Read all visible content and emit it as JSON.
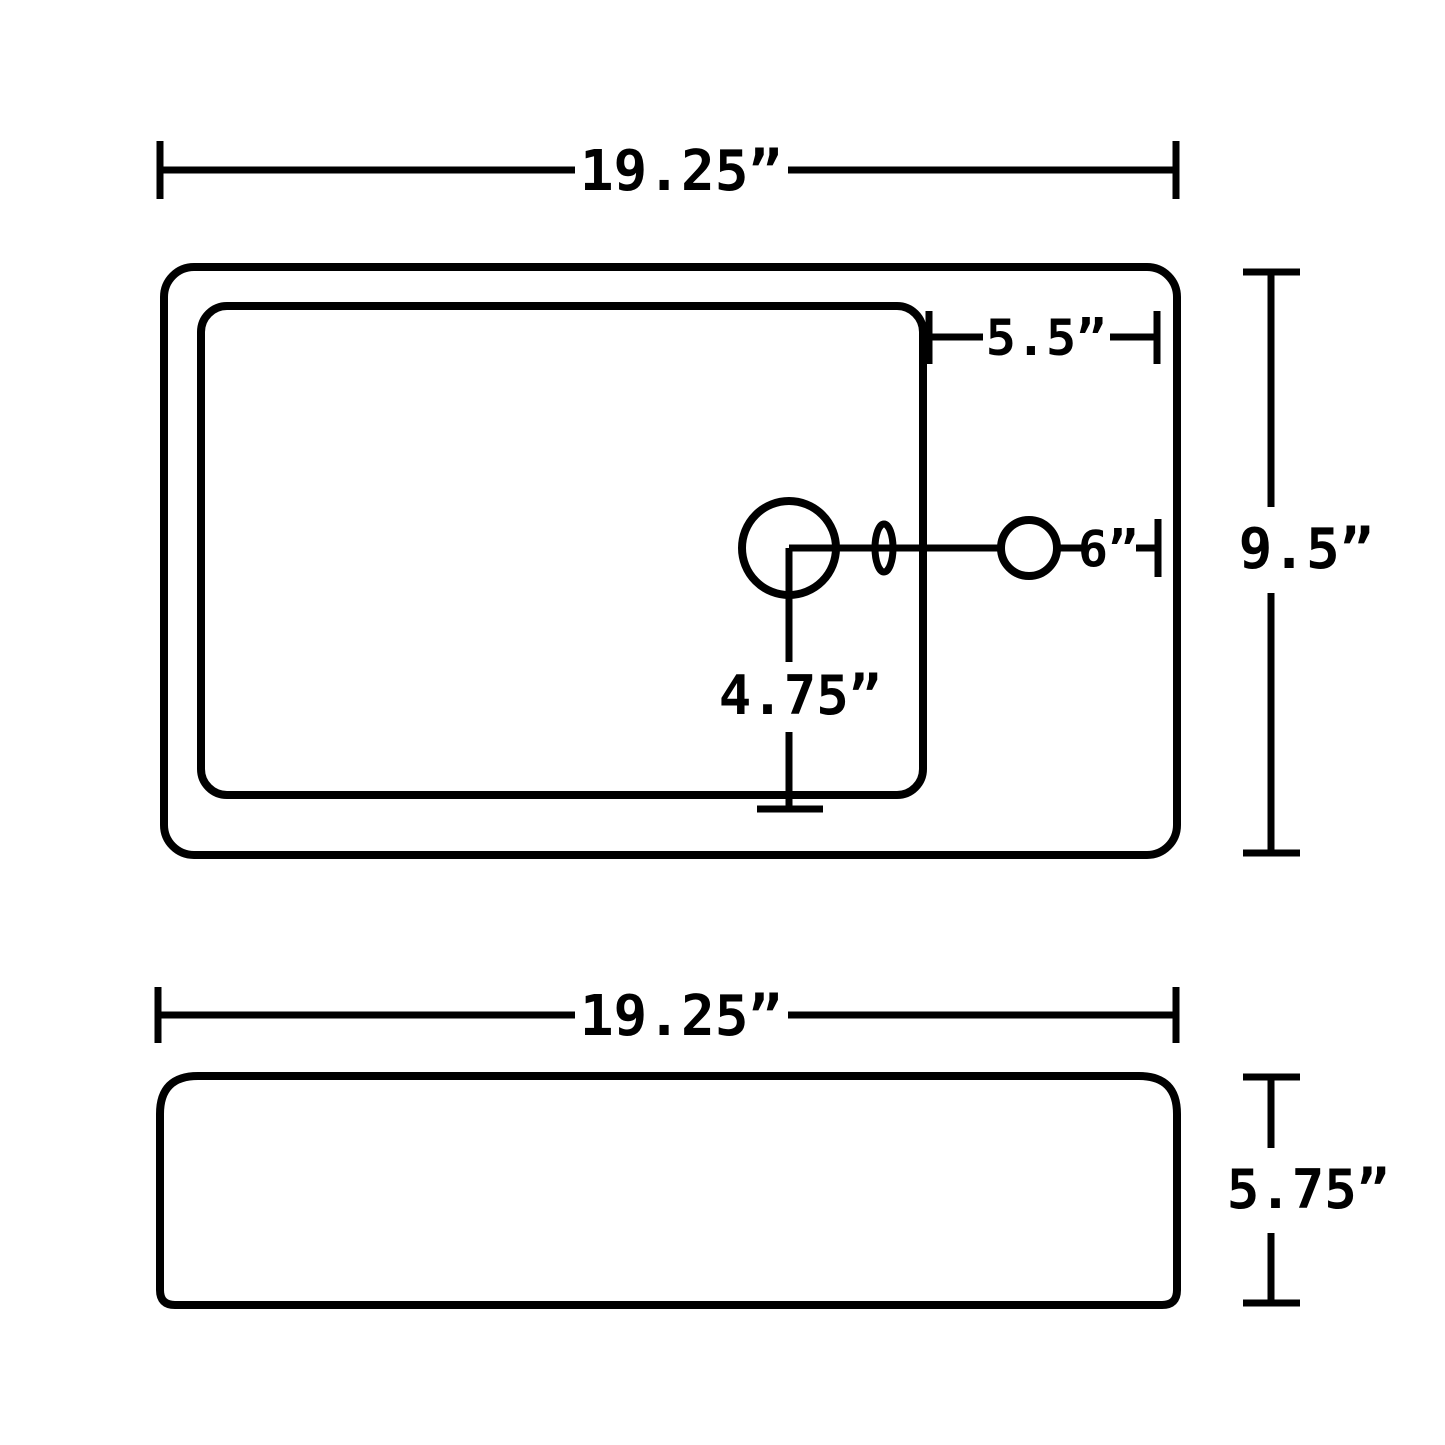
{
  "top_view": {
    "width_label": "19.25”",
    "ledge_width_label": "5.5”",
    "depth_label": "9.5”",
    "hole_spacing_label": "6”",
    "drain_offset_label": "4.75”"
  },
  "side_view": {
    "width_label": "19.25”",
    "height_label": "5.75”"
  },
  "colors": {
    "line": "#000000",
    "background": "#ffffff"
  }
}
